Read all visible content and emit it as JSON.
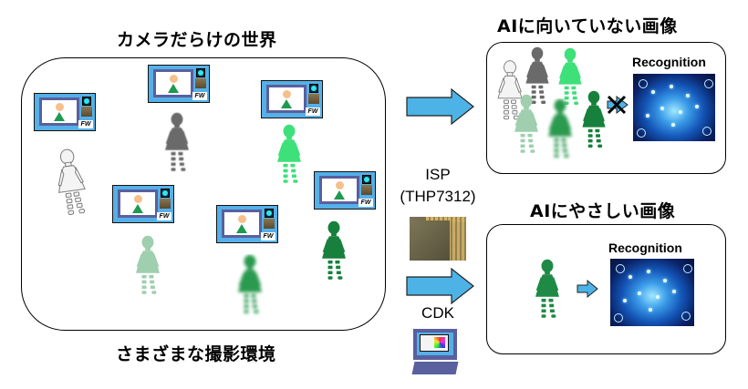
{
  "left_section": {
    "title": "カメラだらけの世界",
    "caption": "さまざまな撮影環境",
    "camera_label": "FW",
    "camera_count": 6,
    "figure_variants": [
      "sketch-gray-outline",
      "dark-gray",
      "bright-green",
      "pale-green",
      "blurred-green",
      "textured-dark-green"
    ]
  },
  "middle_section": {
    "isp_label": "ISP",
    "isp_model": "(THP7312)",
    "cdk_label": "CDK",
    "arrow_color": "#4db3e6"
  },
  "top_right_panel": {
    "title": "AIに向いていない画像",
    "recognition_label": "Recognition",
    "blocked_icon": "blocked-arrow-icon"
  },
  "bottom_right_panel": {
    "title": "AIにやさしい画像",
    "recognition_label": "Recognition",
    "flow_icon": "arrow-right-icon"
  },
  "colors": {
    "camera_body": "#55b0e8",
    "camera_screen_frame": "#5a5f9e",
    "figure_green": "#1e8a45",
    "figure_bright_green": "#3ee07a",
    "arrow_fill": "#4db3e6"
  }
}
